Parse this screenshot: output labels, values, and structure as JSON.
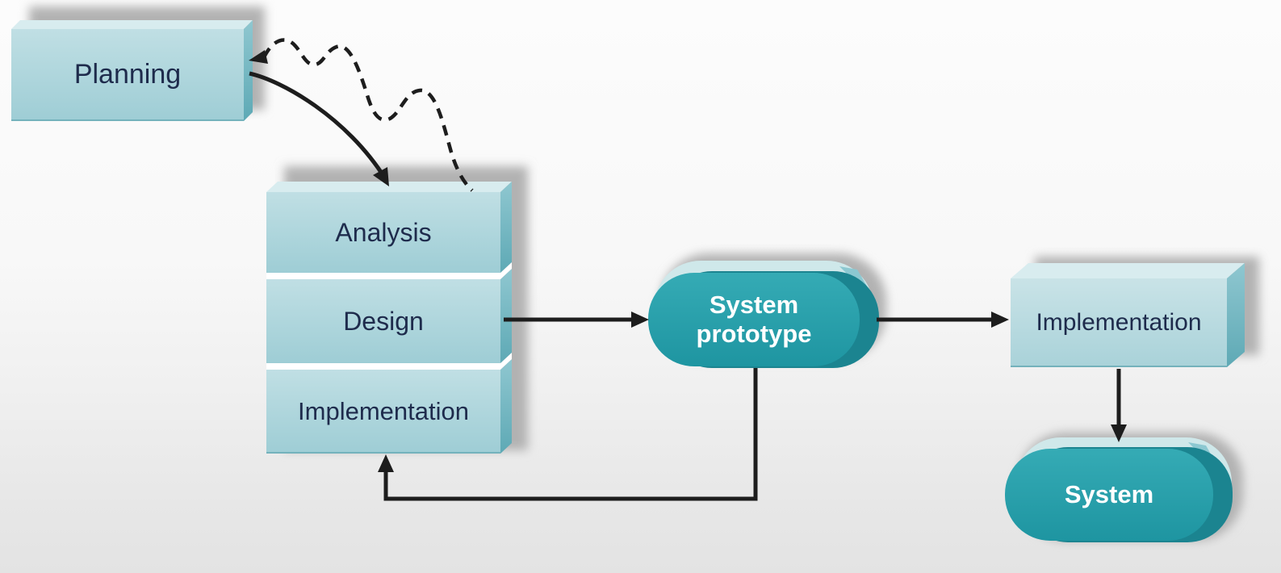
{
  "diagram": {
    "type": "flowchart",
    "subject": "system-prototyping-methodology",
    "nodes": {
      "planning": {
        "label": "Planning",
        "shape": "3d-box"
      },
      "sdlc_stack": {
        "shape": "3d-stacked-box",
        "rows": [
          {
            "label": "Analysis"
          },
          {
            "label": "Design"
          },
          {
            "label": "Implementation"
          }
        ]
      },
      "system_prototype": {
        "label": "System prototype",
        "shape": "3d-pill"
      },
      "implementation": {
        "label": "Implementation",
        "shape": "3d-box"
      },
      "system": {
        "label": "System",
        "shape": "3d-pill"
      }
    },
    "edges": [
      {
        "from": "planning",
        "to": "sdlc_stack",
        "style": "solid-curved-arrow"
      },
      {
        "from": "sdlc_stack",
        "to": "planning",
        "style": "dashed-wavy-arrow"
      },
      {
        "from": "sdlc_stack.design",
        "to": "system_prototype",
        "style": "solid-arrow"
      },
      {
        "from": "system_prototype",
        "to": "sdlc_stack.implementation",
        "style": "solid-elbow-arrow"
      },
      {
        "from": "system_prototype",
        "to": "implementation",
        "style": "solid-arrow"
      },
      {
        "from": "implementation",
        "to": "system",
        "style": "solid-arrow"
      }
    ],
    "colors": {
      "box_front": "#aed4da",
      "box_side": "#6fb3bf",
      "box_top": "#d8ecef",
      "pill_teal": "#2aa3ad",
      "pill_side_dark": "#1b8490",
      "pill_bevel_light": "#cfe8ea",
      "pill_bevel_mid": "#8cc8d1",
      "text_dark": "#1e2b4c",
      "text_light": "#ffffff",
      "arrow": "#1d1d1d",
      "shadow": "#b2b2b2"
    }
  }
}
